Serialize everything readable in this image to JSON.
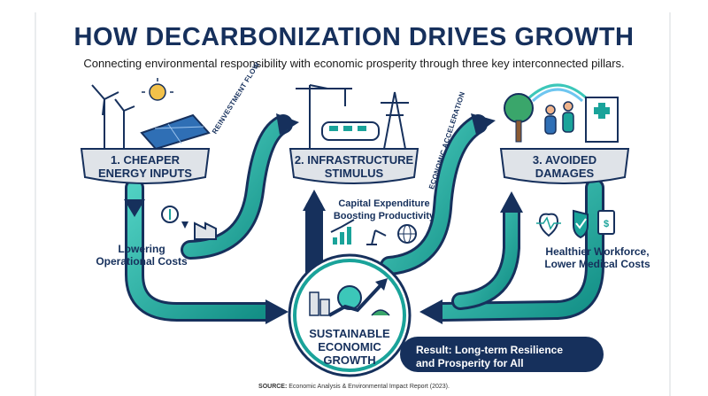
{
  "title": "HOW DECARBONIZATION DRIVES GROWTH",
  "subtitle": "Connecting environmental responsibility with economic prosperity through three key interconnected pillars.",
  "pillars": [
    {
      "label_line1": "1. CHEAPER",
      "label_line2": "ENERGY INPUTS",
      "note_line1": "Lowering",
      "note_line2": "Operational Costs"
    },
    {
      "label_line1": "2. INFRASTRUCTURE",
      "label_line2": "STIMULUS",
      "note_line1": "Capital Expenditure",
      "note_line2": "Boosting Productivity"
    },
    {
      "label_line1": "3. AVOIDED",
      "label_line2": "DAMAGES",
      "note_line1": "Healthier Workforce,",
      "note_line2": "Lower Medical Costs"
    }
  ],
  "flows": {
    "reinvestment": "REINVESTMENT FLOW",
    "acceleration": "ECONOMIC ACCELERATION"
  },
  "center": {
    "line1": "SUSTAINABLE",
    "line2": "ECONOMIC",
    "line3": "GROWTH"
  },
  "result": {
    "line1": "Result: Long-term Resilience",
    "line2": "and Prosperity for All"
  },
  "source": {
    "label": "SOURCE:",
    "text": "Economic Analysis & Environmental Impact Report (2023)."
  },
  "colors": {
    "navy": "#16305c",
    "teal": "#1aa39a",
    "teal_light": "#3cc7b9",
    "panel": "#dfe3e8"
  }
}
